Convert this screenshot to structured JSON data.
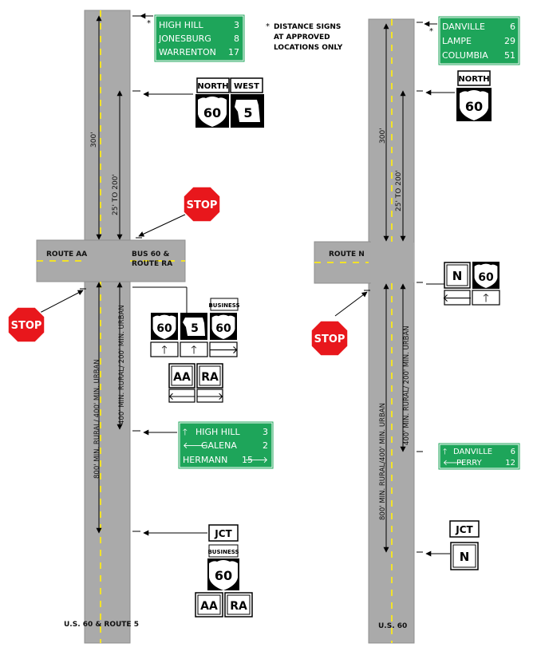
{
  "notes": {
    "distance_signs": [
      "DISTANCE SIGNS",
      "AT APPROVED",
      "LOCATIONS ONLY"
    ],
    "asterisk": "*"
  },
  "left": {
    "caption": "U.S.  60 & ROUTE 5",
    "route_west_label": "ROUTE AA",
    "route_east_label_1": "BUS 60  &",
    "route_east_label_2": "ROUTE RA",
    "dim_300": "300'",
    "dim_25_200": "25' TO 200'",
    "dim_800_400": "800' MIN. RURAL/ 400' MIN. URBAN",
    "dim_400_200": "400' MIN. RURAL/ 200' MIN. URBAN",
    "distance_sign": [
      {
        "name": "HIGH HILL",
        "miles": "3"
      },
      {
        "name": "JONESBURG",
        "miles": "8"
      },
      {
        "name": "WARRENTON",
        "miles": "17"
      }
    ],
    "route_header": {
      "north": "NORTH",
      "west": "WEST",
      "shield_us": "60",
      "shield_state": "5"
    },
    "stop_label": "STOP",
    "junction_assembly": {
      "business": "BUSINESS",
      "shield_us": "60",
      "shield_state": "5",
      "shield_bus": "60",
      "arrow_up": "🡑",
      "arrow_right": "🡒",
      "arrow_left": "🡐"
    },
    "letter_markers": {
      "aa": "AA",
      "ra": "RA"
    },
    "destination_sign": [
      {
        "arrow": "🡑",
        "name": "HIGH HILL",
        "miles": "3"
      },
      {
        "arrow": "🡐",
        "name": "GALENA",
        "miles": "2"
      },
      {
        "arrow": "🡒",
        "name": "HERMANN",
        "miles": "15"
      }
    ],
    "jct_assembly": {
      "jct": "JCT",
      "business": "BUSINESS",
      "shield_us": "60",
      "aa": "AA",
      "ra": "RA"
    }
  },
  "right": {
    "caption": "U.S.  60",
    "route_west_label": "ROUTE N",
    "dim_300": "300'",
    "dim_25_200": "25' TO 200'",
    "dim_800_400": "800' MIN. RURAL/400' MIN. URBAN",
    "dim_400_200": "400' MIN. RURAL/ 200' MIN. URBAN",
    "distance_sign": [
      {
        "name": "DANVILLE",
        "miles": "6"
      },
      {
        "name": "LAMPE",
        "miles": "29"
      },
      {
        "name": "COLUMBIA",
        "miles": "51"
      }
    ],
    "route_header": {
      "north": "NORTH",
      "shield_us": "60"
    },
    "stop_label": "STOP",
    "junction_assembly": {
      "n": "N",
      "shield_us": "60",
      "arrow_left": "🡐",
      "arrow_up": "🡑"
    },
    "destination_sign": [
      {
        "arrow": "🡑",
        "name": "DANVILLE",
        "miles": "6"
      },
      {
        "arrow": "🡐",
        "name": "PERRY",
        "miles": "12"
      }
    ],
    "jct_assembly": {
      "jct": "JCT",
      "n": "N"
    }
  },
  "colors": {
    "road": "#aaaaaa",
    "road_edge": "#8f8f8f",
    "center_line": "#f2e22a",
    "guide_green": "#1ea55a",
    "stop_red": "#e8171c"
  }
}
